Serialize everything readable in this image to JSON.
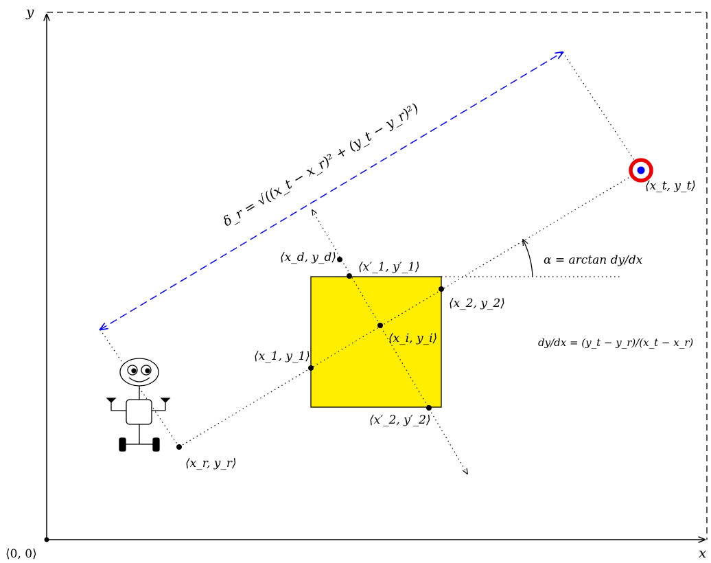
{
  "axes": {
    "x_label": "x",
    "y_label": "y",
    "origin_label": "⟨0, 0⟩"
  },
  "points": {
    "robot": "⟨x_r, y_r⟩",
    "target": "⟨x_t, y_t⟩",
    "p1": "⟨x_1, y_1⟩",
    "p2": "⟨x_2, y_2⟩",
    "intersection": "⟨x_i, y_i⟩",
    "p1_prime": "⟨x′_1, y′_1⟩",
    "p2_prime": "⟨x′_2, y′_2⟩",
    "detour": "⟨x_d, y_d⟩"
  },
  "formulas": {
    "distance": "δ_r = √((x_t − x_r)² + (y_t − y_r)²)",
    "angle": "α = arctan dy/dx",
    "slope": "dy/dx = (y_t − y_r)/(x_t − x_r)"
  },
  "colors": {
    "obstacle_fill": "#FFEE00",
    "distance_arrow": "#0000FF",
    "target_ring": "#EE0000",
    "target_center": "#0000FF"
  },
  "icons": {
    "robot": "robot-figure-icon",
    "target": "bullseye-target-icon"
  }
}
